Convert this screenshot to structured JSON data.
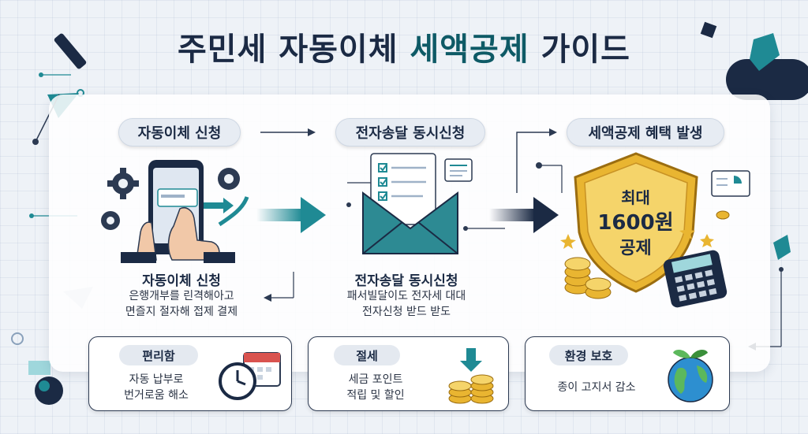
{
  "title": {
    "part1": "주민세 자동이체 ",
    "part2": "세액공제",
    "part3": " 가이드"
  },
  "steps": [
    {
      "pill": "자동이체 신청",
      "heading": "자동이체 신청",
      "desc_line1": "은행개부를 린격해아고",
      "desc_line2": "면즐지 절자해 접제 결제"
    },
    {
      "pill": "전자송달 동시신청",
      "heading": "전자송달 동시신청",
      "desc_line1": "패서빌달이도 전자세 대대",
      "desc_line2": "전자신청 받드 받도"
    },
    {
      "pill": "세액공제 혜택 발생"
    }
  ],
  "shield": {
    "line1": "최대",
    "line2": "1600원",
    "line3": "공제"
  },
  "benefits": [
    {
      "label": "편리함",
      "desc_line1": "자동 납부로",
      "desc_line2": "번거로움 해소"
    },
    {
      "label": "절세",
      "desc_line1": "세금 포인트",
      "desc_line2": "적립 및 할인"
    },
    {
      "label": "환경 보호",
      "desc_line1": "종이 고지서 감소",
      "desc_line2": ""
    }
  ],
  "colors": {
    "navy": "#1b2a44",
    "teal": "#1f8a94",
    "gold": "#e9b531"
  }
}
